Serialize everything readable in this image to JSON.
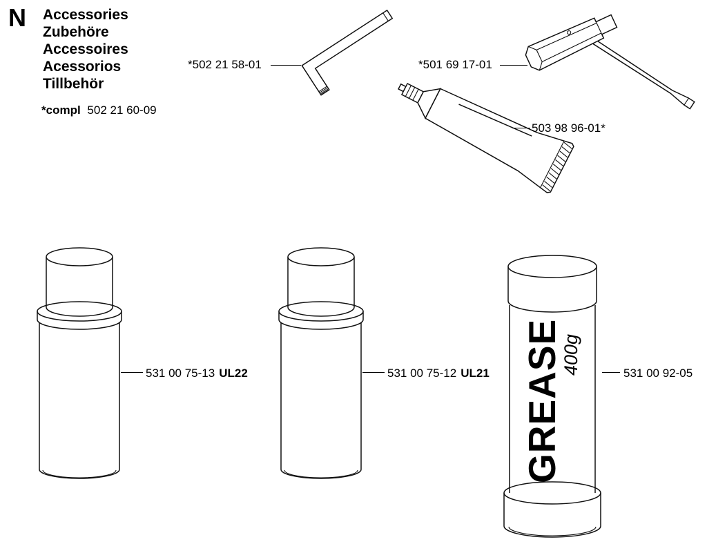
{
  "header": {
    "section_letter": "N",
    "titles": [
      "Accessories",
      "Zubehöre",
      "Accessoires",
      "Acessorios",
      "Tillbehör"
    ],
    "compl": {
      "prefix": "*compl",
      "number": "502 21 60-09"
    }
  },
  "parts": {
    "allen_key": {
      "label": "*502 21 58-01"
    },
    "socket_wrench": {
      "label": "*501 69 17-01"
    },
    "sealant_tube": {
      "label": "503 98 96-01*"
    },
    "spray_can_1": {
      "number": "531 00 75-13",
      "code": "UL22"
    },
    "spray_can_2": {
      "number": "531 00 75-12",
      "code": "UL21"
    },
    "grease_tube": {
      "number": "531 00 92-05",
      "label_text": "GREASE",
      "weight": "400g"
    }
  }
}
